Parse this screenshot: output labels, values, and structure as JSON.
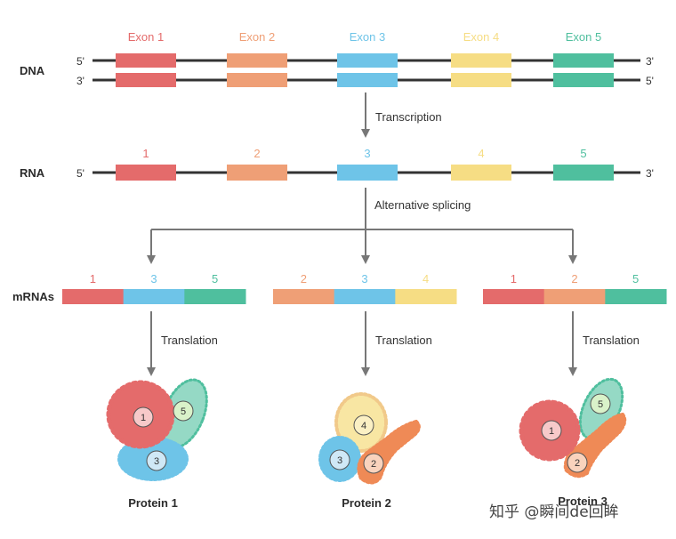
{
  "colors": {
    "exon1": "#e46b6b",
    "exon2": "#ef9f76",
    "exon3": "#6ec4e8",
    "exon4": "#f6dd84",
    "exon5": "#4fbf9e",
    "strand": "#333333",
    "arrow": "#777777"
  },
  "dna": {
    "row_label": "DNA",
    "exons": [
      "Exon 1",
      "Exon 2",
      "Exon 3",
      "Exon 4",
      "Exon 5"
    ],
    "top_left": "5'",
    "top_right": "3'",
    "bottom_left": "3'",
    "bottom_right": "5'"
  },
  "steps": {
    "transcription": "Transcription",
    "splicing": "Alternative splicing",
    "translation": "Translation"
  },
  "rna": {
    "row_label": "RNA",
    "exons": [
      "1",
      "2",
      "3",
      "4",
      "5"
    ],
    "left": "5'",
    "right": "3'"
  },
  "mrnas": {
    "row_label": "mRNAs",
    "variants": [
      {
        "exons": [
          "1",
          "3",
          "5"
        ]
      },
      {
        "exons": [
          "2",
          "3",
          "4"
        ]
      },
      {
        "exons": [
          "1",
          "2",
          "5"
        ]
      }
    ]
  },
  "proteins": [
    {
      "label": "Protein 1",
      "domains": [
        "1",
        "5",
        "3"
      ]
    },
    {
      "label": "Protein 2",
      "domains": [
        "4",
        "3",
        "2"
      ]
    },
    {
      "label": "Protein 3",
      "domains": [
        "5",
        "1",
        "2"
      ]
    }
  ],
  "watermark": "知乎 @瞬间de回眸"
}
